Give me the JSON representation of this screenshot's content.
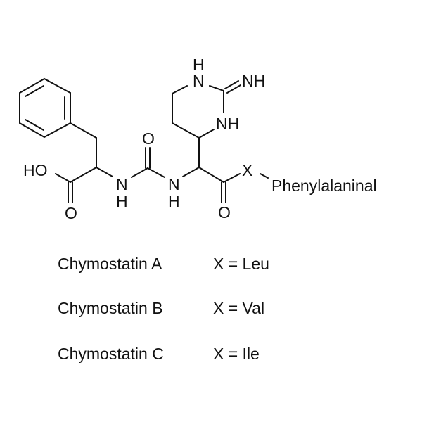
{
  "structure": {
    "labels": {
      "ho": "HO",
      "o_acid": "O",
      "n1": "N",
      "h1": "H",
      "o_urea": "O",
      "n2": "N",
      "h2": "H",
      "ring_nh_top_h": "H",
      "ring_n_top": "N",
      "imine_nh": "NH",
      "ring_nh": "NH",
      "o_amide": "O",
      "x": "X",
      "terminal": "Phenylalaninal"
    }
  },
  "variants": [
    {
      "name": "Chymostatin A",
      "x_def": "X = Leu"
    },
    {
      "name": "Chymostatin B",
      "x_def": "X = Val"
    },
    {
      "name": "Chymostatin C",
      "x_def": "X = Ile"
    }
  ]
}
